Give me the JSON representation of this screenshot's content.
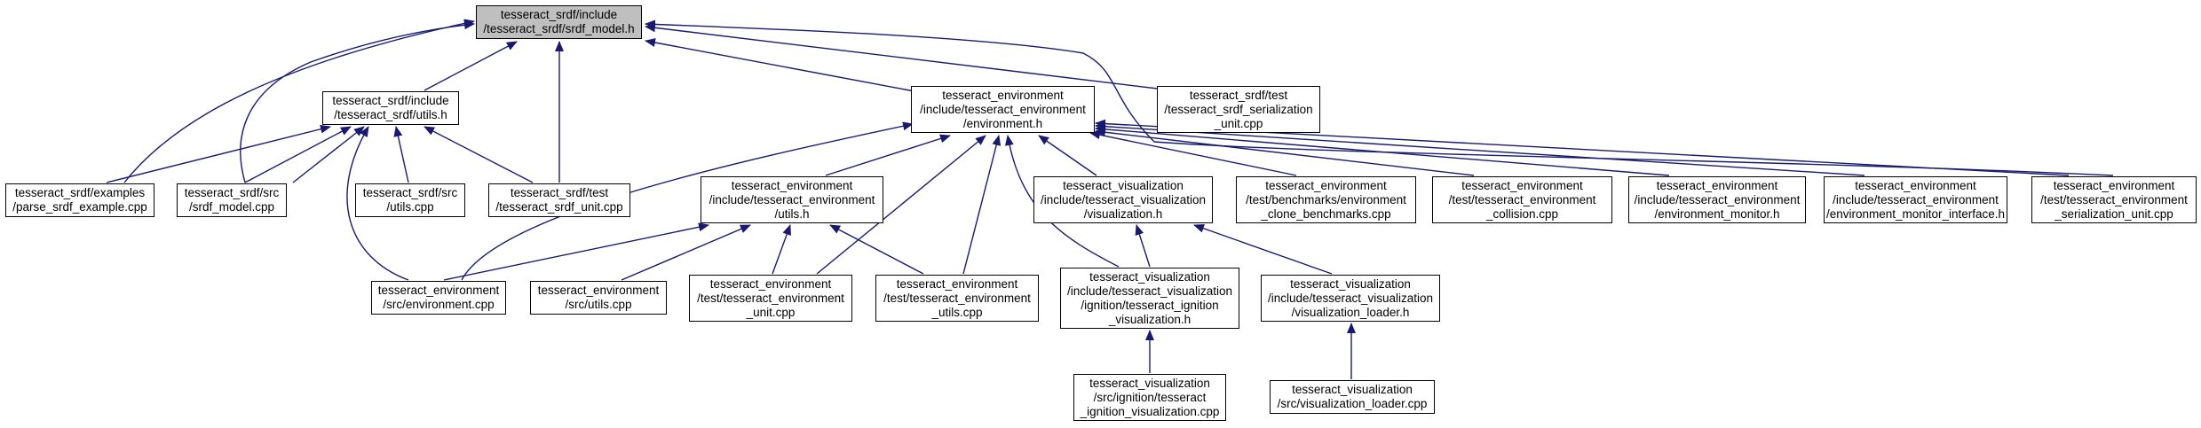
{
  "colors": {
    "edge": "#191970",
    "highlight_fill": "#bfbfbf",
    "border": "#000000"
  },
  "nodes": {
    "srdf_model_h": "tesseract_srdf/include\n/tesseract_srdf/srdf_model.h",
    "srdf_utils_h": "tesseract_srdf/include\n/tesseract_srdf/utils.h",
    "env_h": "tesseract_environment\n/include/tesseract_environment\n/environment.h",
    "srdf_serialization_unit": "tesseract_srdf/test\n/tesseract_srdf_serialization\n_unit.cpp",
    "parse_srdf_example": "tesseract_srdf/examples\n/parse_srdf_example.cpp",
    "srdf_model_cpp": "tesseract_srdf/src\n/srdf_model.cpp",
    "srdf_utils_cpp": "tesseract_srdf/src\n/utils.cpp",
    "srdf_unit": "tesseract_srdf/test\n/tesseract_srdf_unit.cpp",
    "env_utils_h": "tesseract_environment\n/include/tesseract_environment\n/utils.h",
    "vis_h": "tesseract_visualization\n/include/tesseract_visualization\n/visualization.h",
    "clone_bench": "tesseract_environment\n/test/benchmarks/environment\n_clone_benchmarks.cpp",
    "env_collision": "tesseract_environment\n/test/tesseract_environment\n_collision.cpp",
    "env_monitor_h": "tesseract_environment\n/include/tesseract_environment\n/environment_monitor.h",
    "env_monitor_iface_h": "tesseract_environment\n/include/tesseract_environment\n/environment_monitor_interface.h",
    "env_serialization_unit": "tesseract_environment\n/test/tesseract_environment\n_serialization_unit.cpp",
    "env_cpp": "tesseract_environment\n/src/environment.cpp",
    "env_utils_cpp": "tesseract_environment\n/src/utils.cpp",
    "env_unit": "tesseract_environment\n/test/tesseract_environment\n_unit.cpp",
    "env_utils_test": "tesseract_environment\n/test/tesseract_environment\n_utils.cpp",
    "ign_vis_h": "tesseract_visualization\n/include/tesseract_visualization\n/ignition/tesseract_ignition\n_visualization.h",
    "vis_loader_h": "tesseract_visualization\n/include/tesseract_visualization\n/visualization_loader.h",
    "ign_vis_cpp": "tesseract_visualization\n/src/ignition/tesseract\n_ignition_visualization.cpp",
    "vis_loader_cpp": "tesseract_visualization\n/src/visualization_loader.cpp"
  }
}
